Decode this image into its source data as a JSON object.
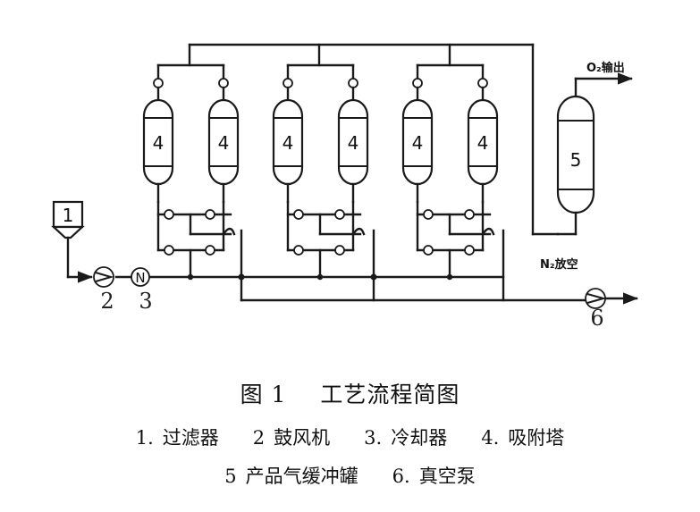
{
  "diagram": {
    "tower_label": "4",
    "buffer_tank_label": "5",
    "filter_label": "1",
    "blower_label": "2",
    "blower_symbol": "",
    "cooler_label": "3",
    "cooler_symbol": "N",
    "vacuum_pump_label": "6",
    "o2_output_label": "O₂输出",
    "n2_vent_label": "N₂放空"
  },
  "caption": {
    "figure_number": "图 1",
    "figure_title": "工艺流程简图"
  },
  "legend": [
    {
      "num": "1.",
      "name": "过滤器"
    },
    {
      "num": "2",
      "name": "鼓风机"
    },
    {
      "num": "3.",
      "name": "冷却器"
    },
    {
      "num": "4.",
      "name": "吸附塔"
    },
    {
      "num": "5",
      "name": "产品气缓冲罐"
    },
    {
      "num": "6.",
      "name": "真空泵"
    }
  ]
}
